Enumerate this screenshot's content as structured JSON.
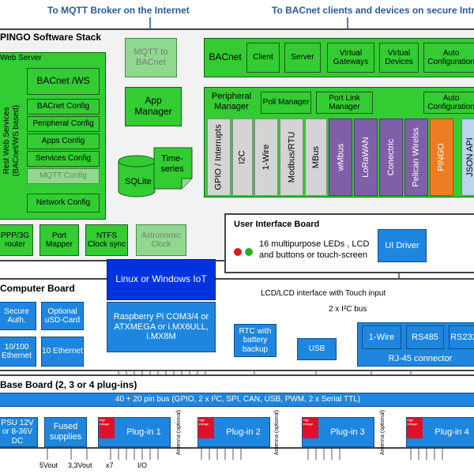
{
  "headers": {
    "mqtt": "To MQTT Broker on the Internet",
    "bacnet": "To BACnet clients and devices on secure Intranet"
  },
  "software_stack": {
    "title": "PINGO Software Stack",
    "web_server": {
      "title": "Web Server",
      "rest": "Rest Web Services",
      "rest_sub": "(BACnet/WS based)",
      "bacnet_ws": "BACnet /WS",
      "items": [
        "BACnet Config",
        "Peripheral Config",
        "Apps Config",
        "Services Config",
        "MQTT Config",
        "Network Config"
      ]
    },
    "mqtt_bacnet": "MQTT to BACnet",
    "app_manager": "App Manager",
    "sqlite": "SQLite",
    "timeseries": "Time-series",
    "bacnet": "BACnet",
    "bacnet_items": [
      "Client",
      "Server",
      "Virtual Gateways",
      "Virtual Devices",
      "Auto Configuration"
    ],
    "peripheral_manager": "Peripheral Manager",
    "poll_manager": "Poll Manager",
    "port_link_manager": "Port Link Manager",
    "auto_config": "Auto Configuration",
    "drivers": [
      "GPIO / Interrupts",
      "I2C",
      "1-Wire",
      "Modbus/RTU",
      "MBus",
      "wMbus",
      "LoRaWAN",
      "Conectric",
      "Pelican Wirelss",
      "PINGO",
      "JSON API"
    ],
    "bottom_items": [
      "PPP/3G router",
      "Port Mapper",
      "NTFS Clock sync",
      "Astronomic Clock"
    ]
  },
  "ui_board": {
    "title": "User Interface Board",
    "leds": "16 multipurpose LEDs , LCD and buttons or touch-screen",
    "ui_driver": "UI Driver",
    "lcd_label": "LCD/LCD interface with Touch input",
    "i2c_label": "2 x I²C bus"
  },
  "computer_board": {
    "title": "Computer Board",
    "os": "Linux or Windows IoT",
    "cpu": "Raspberry Pi COM3/4 or ATXMEGA or i.MX6ULL, i.MX8M",
    "secure": "Secure Auth.",
    "usd": "Optional uSD-Card",
    "eth100": "10/100 Ethernet",
    "eth10": "10 Ethernet",
    "rtc": "RTC with battery backup",
    "usb": "USB",
    "onewire": "1-Wire",
    "rs485": "RS485",
    "rs232": "RS232",
    "rj45": "RJ-45 connector"
  },
  "base_board": {
    "title": "Base Board (2, 3 or 4 plug-ins)",
    "bus": "40 + 20 pin bus (GPIO, 2 x I²C, SPI, CAN, USB,  PWM, 2 x Serial TTL)",
    "psu": "PSU 12V or 8-36V DC",
    "fused": "Fused supplies",
    "plugins": [
      "Plug-in 1",
      "Plug-in 2",
      "Plug-in 3",
      "Plug-in 4"
    ],
    "high_voltage": "High Voltage",
    "antenna": "Antenna (optional)",
    "v5": "5Vout",
    "v33": "3,3Vout",
    "x7": "x7",
    "io": "I/O"
  },
  "colors": {
    "green": "#33cc33",
    "blue": "#1f86e0",
    "purple": "#7f5fa8",
    "orange": "#ee7d22",
    "grey": "#d4d4d4"
  }
}
